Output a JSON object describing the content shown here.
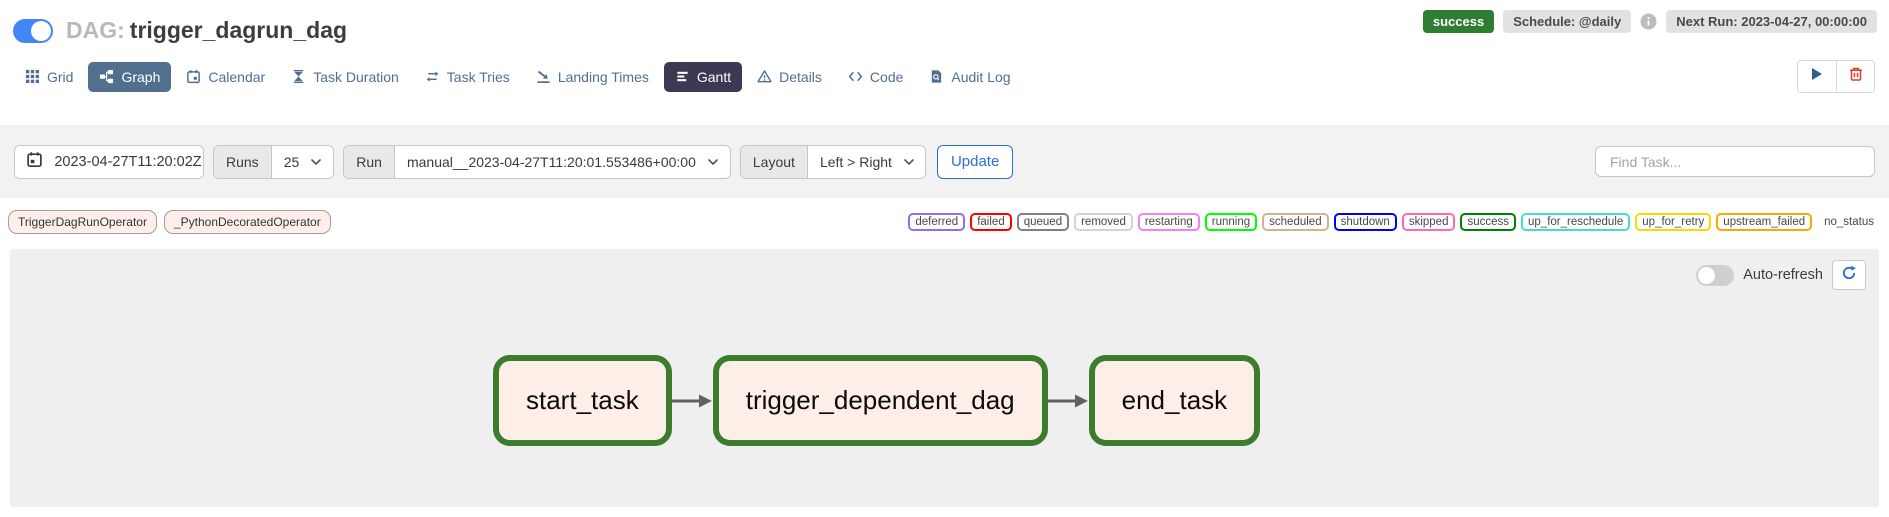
{
  "colors": {
    "accent_blue": "#2a6fdb",
    "toggle_on_blue": "#4285f4",
    "success_green": "#2e7d32",
    "tab_active_bg": "#51708f",
    "gantt_tab_bg": "#3f3853",
    "node_border": "#3b7d2c",
    "node_fill": "#fdeee7",
    "panel_gray": "#efefef"
  },
  "header": {
    "dag_prefix": "DAG:",
    "dag_name": "trigger_dagrun_dag",
    "dag_toggle_state": "on",
    "status_badge": "success",
    "schedule_badge": "Schedule: @daily",
    "next_run_badge": "Next Run: 2023-04-27, 00:00:00"
  },
  "tabs": [
    {
      "label": "Grid",
      "icon": "grid-icon"
    },
    {
      "label": "Graph",
      "icon": "graph-icon",
      "active": true
    },
    {
      "label": "Calendar",
      "icon": "calendar-icon"
    },
    {
      "label": "Task Duration",
      "icon": "hourglass-icon"
    },
    {
      "label": "Task Tries",
      "icon": "repeat-icon"
    },
    {
      "label": "Landing Times",
      "icon": "landing-icon"
    },
    {
      "label": "Gantt",
      "icon": "gantt-icon",
      "variant": "dark"
    },
    {
      "label": "Details",
      "icon": "warning-triangle-icon"
    },
    {
      "label": "Code",
      "icon": "code-icon"
    },
    {
      "label": "Audit Log",
      "icon": "audit-log-icon"
    }
  ],
  "filter_bar": {
    "date_value": "2023-04-27T11:20:02Z",
    "runs_label": "Runs",
    "runs_value": "25",
    "run_label": "Run",
    "run_value": "manual__2023-04-27T11:20:01.553486+00:00",
    "layout_label": "Layout",
    "layout_value": "Left > Right",
    "update_label": "Update",
    "find_task_placeholder": "Find Task..."
  },
  "legend": {
    "operators": [
      {
        "label": "TriggerDagRunOperator",
        "color": "#ffefeb"
      },
      {
        "label": "_PythonDecoratedOperator",
        "color": "#ffefeb"
      }
    ],
    "statuses": [
      {
        "label": "deferred",
        "color": "#9370db"
      },
      {
        "label": "failed",
        "color": "#ff0000"
      },
      {
        "label": "queued",
        "color": "#808080"
      },
      {
        "label": "removed",
        "color": "#d3d3d3"
      },
      {
        "label": "restarting",
        "color": "#ee82ee"
      },
      {
        "label": "running",
        "color": "#00ff00"
      },
      {
        "label": "scheduled",
        "color": "#d2b48c"
      },
      {
        "label": "shutdown",
        "color": "#0000ff"
      },
      {
        "label": "skipped",
        "color": "#ff69b4"
      },
      {
        "label": "success",
        "color": "#008000"
      },
      {
        "label": "up_for_reschedule",
        "color": "#40e0d0"
      },
      {
        "label": "up_for_retry",
        "color": "#ffd700"
      },
      {
        "label": "upstream_failed",
        "color": "#ffa500"
      },
      {
        "label": "no_status",
        "color": "transparent"
      }
    ]
  },
  "graph": {
    "auto_refresh_label": "Auto-refresh",
    "auto_refresh_state": "off",
    "node_fill": "#fdeee7",
    "node_border": "#3b7d2c",
    "nodes": [
      {
        "label": "start_task"
      },
      {
        "label": "trigger_dependent_dag"
      },
      {
        "label": "end_task"
      }
    ]
  }
}
